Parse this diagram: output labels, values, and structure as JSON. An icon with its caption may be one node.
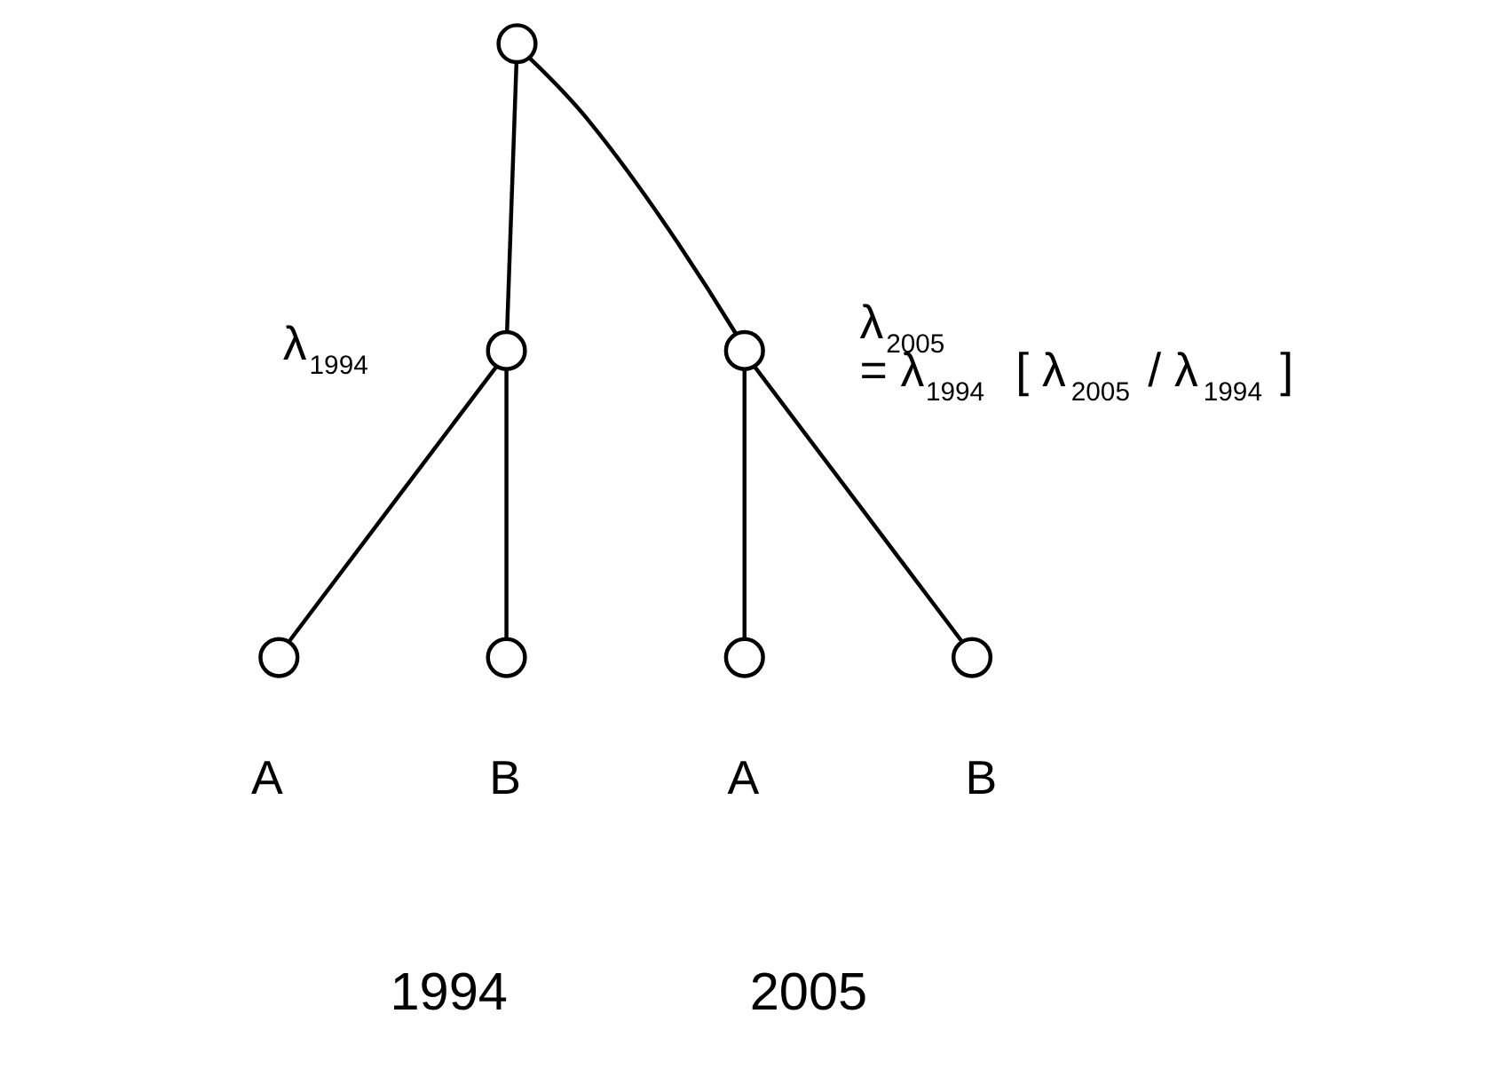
{
  "diagram": {
    "nodes": [
      {
        "text": [],
        "shape": "circle"
      },
      {
        "text": [],
        "shape": "circle",
        "beside": [
          "λ$_{1994}$"
        ]
      },
      {
        "text": [],
        "shape": "circle",
        "beside": [
          "λ$_{2005}$",
          "= λ$_{1994}$  [ λ$_{2005}$ / λ$_{1994}$ ]"
        ]
      },
      {
        "text": [],
        "shape": "circle",
        "beside": [
          "A"
        ]
      },
      {
        "text": [],
        "shape": "circle",
        "beside": [
          "B"
        ]
      },
      {
        "text": [],
        "shape": "circle",
        "beside": [
          "A"
        ]
      },
      {
        "text": [],
        "shape": "circle",
        "beside": [
          "B"
        ]
      }
    ],
    "edges": [
      {
        "from": 0,
        "to": 1,
        "arrow": "none"
      },
      {
        "from": 0,
        "to": 2,
        "arrow": "none"
      },
      {
        "from": 1,
        "to": 3,
        "arrow": "none"
      },
      {
        "from": 1,
        "to": 4,
        "arrow": "none"
      },
      {
        "from": 2,
        "to": 5,
        "arrow": "none"
      },
      {
        "from": 2,
        "to": 6,
        "arrow": "none"
      }
    ],
    "labels": [
      "1994",
      "2005"
    ]
  }
}
